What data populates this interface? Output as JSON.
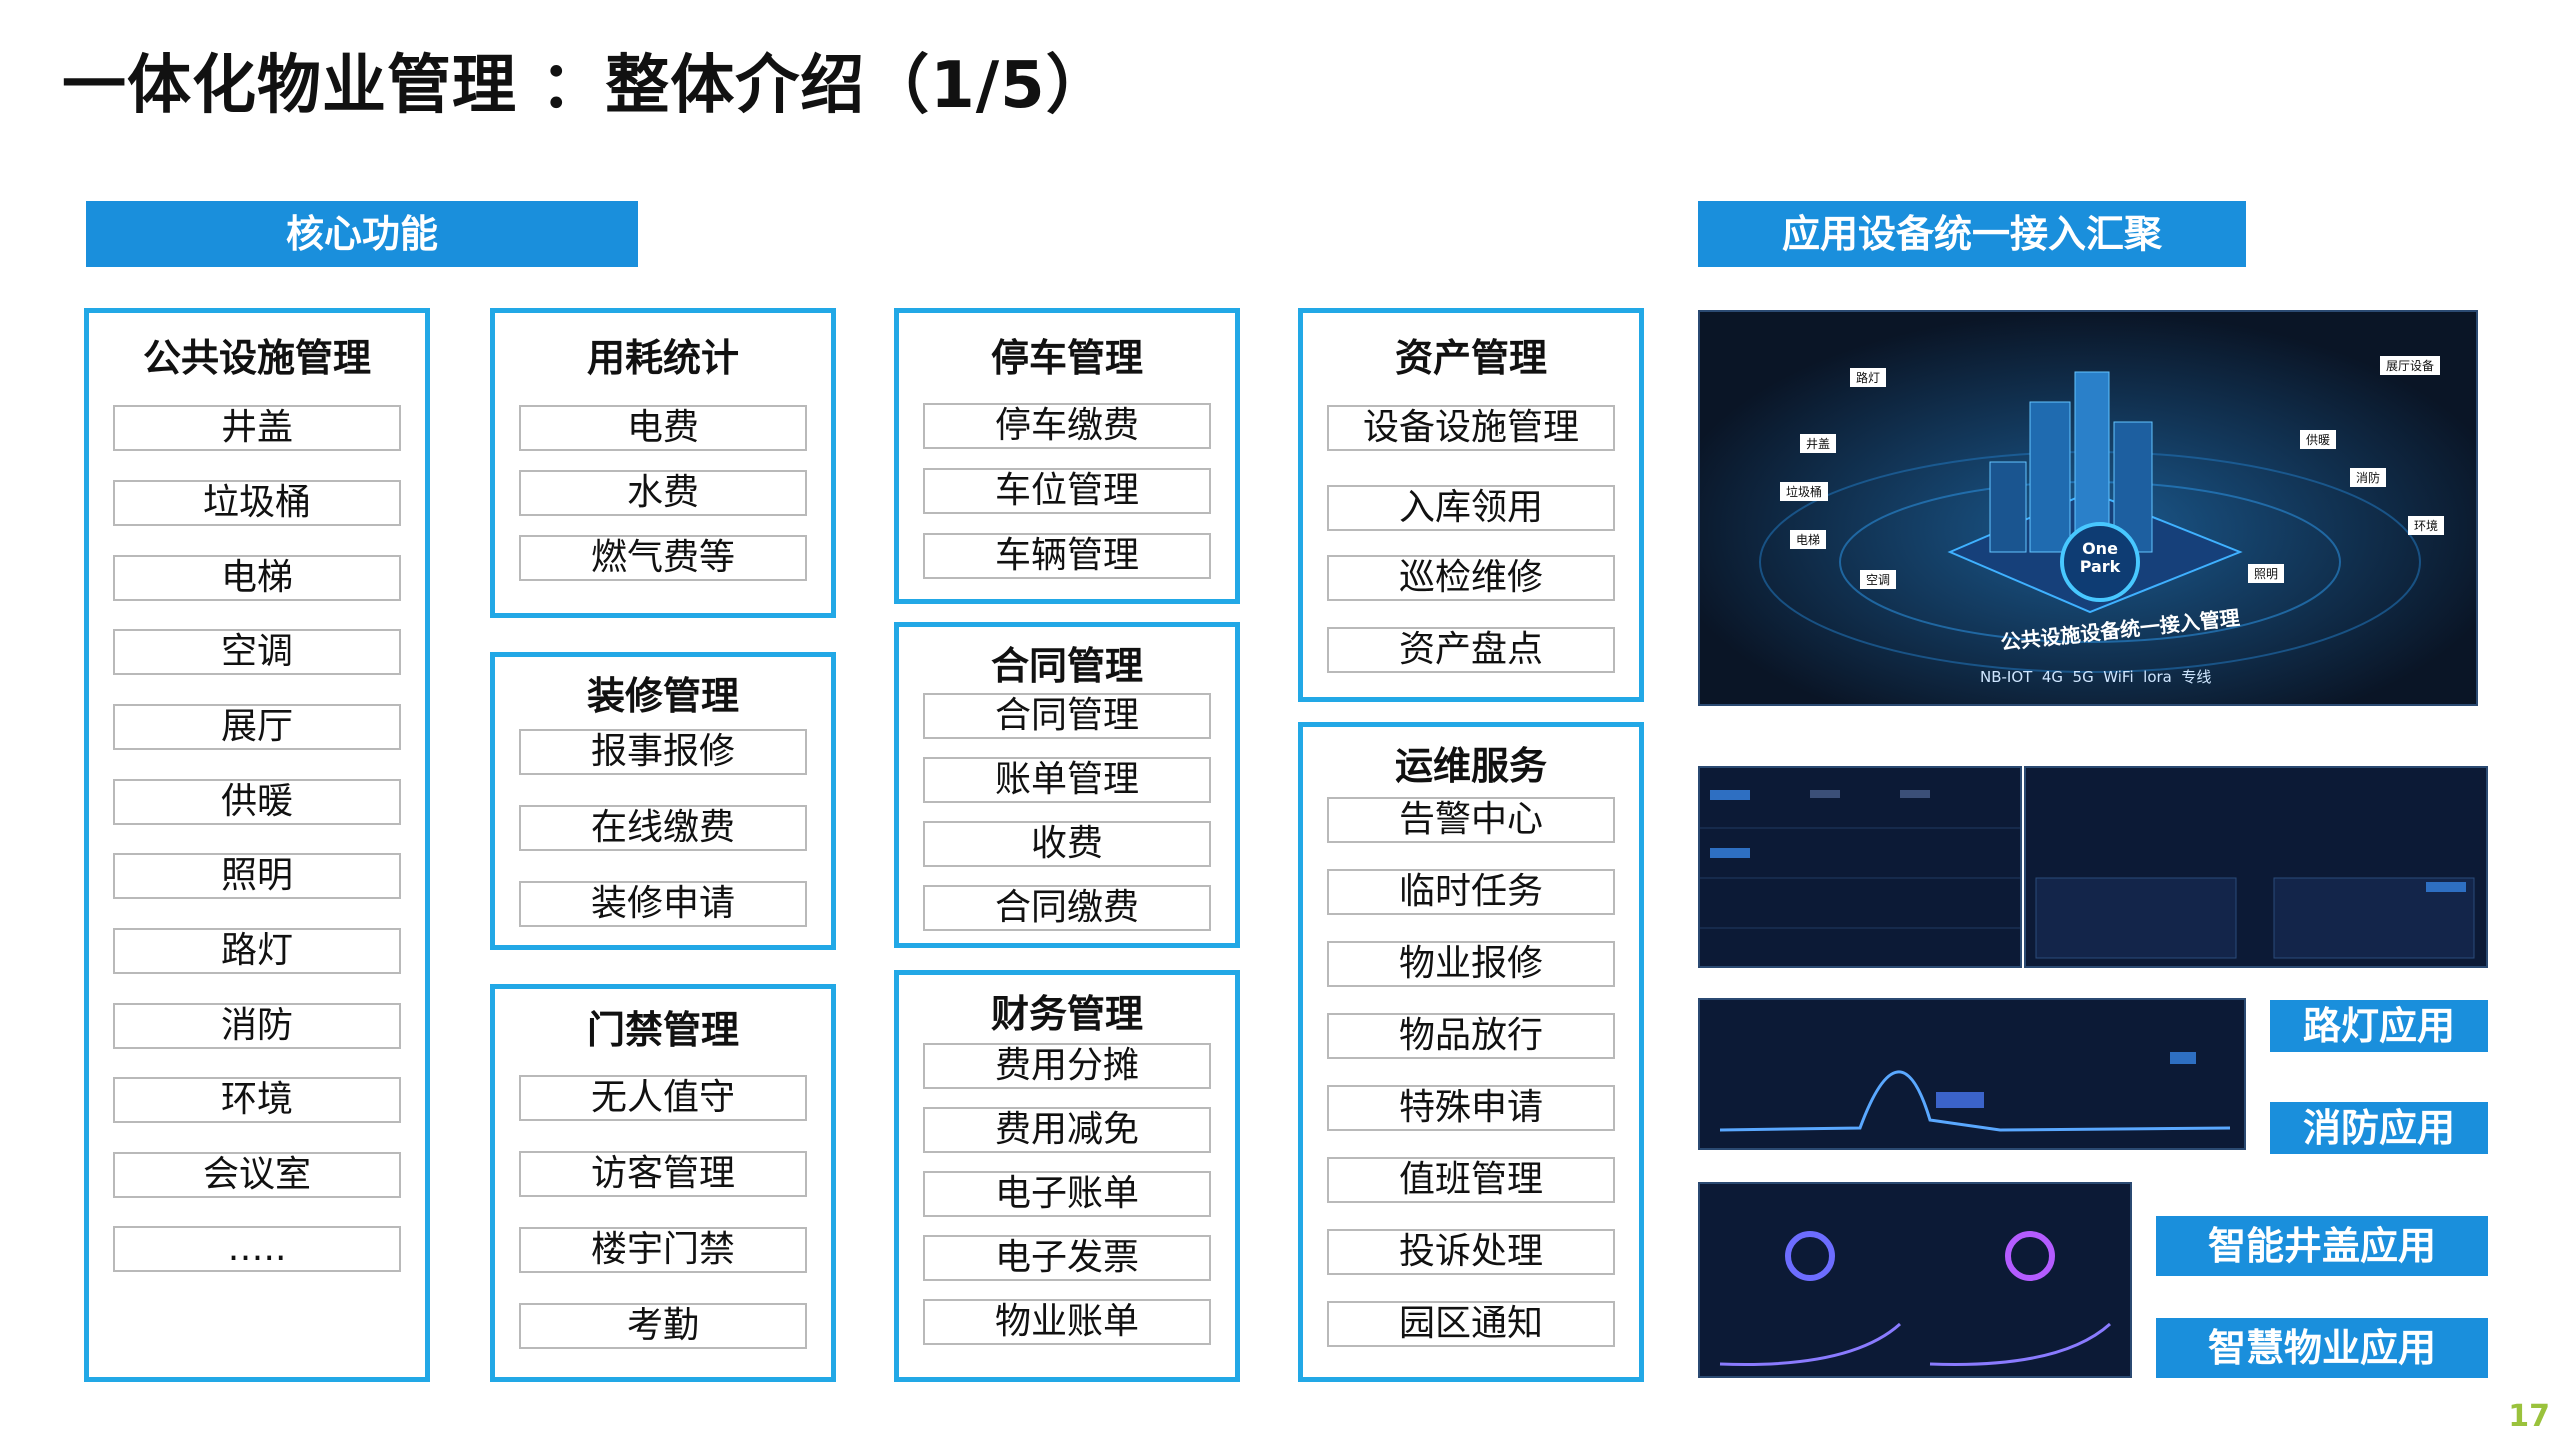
{
  "title": "一体化物业管理 ：整体介绍（1/5）",
  "core_banner": "核心功能",
  "device_banner": "应用设备统一接入汇聚",
  "columns": [
    {
      "title": "公共设施管理",
      "items": [
        "井盖",
        "垃圾桶",
        "电梯",
        "空调",
        "展厅",
        "供暖",
        "照明",
        "路灯",
        "消防",
        "环境",
        "会议室",
        "….."
      ]
    },
    {
      "title": "用耗统计",
      "items": [
        "电费",
        "水费",
        "燃气费等"
      ]
    },
    {
      "title": "装修管理",
      "items": [
        "报事报修",
        "在线缴费",
        "装修申请"
      ]
    },
    {
      "title": "门禁管理",
      "items": [
        "无人值守",
        "访客管理",
        "楼宇门禁",
        "考勤"
      ]
    },
    {
      "title": "停车管理",
      "items": [
        "停车缴费",
        "车位管理",
        "车辆管理"
      ]
    },
    {
      "title": "合同管理",
      "items": [
        "合同管理",
        "账单管理",
        "收费",
        "合同缴费"
      ]
    },
    {
      "title": "财务管理",
      "items": [
        "费用分摊",
        "费用减免",
        "电子账单",
        "电子发票",
        "物业账单"
      ]
    },
    {
      "title": "资产管理",
      "items": [
        "设备设施管理",
        "入库领用",
        "巡检维修",
        "资产盘点"
      ]
    },
    {
      "title": "运维服务",
      "items": [
        "告警中心",
        "临时任务",
        "物业报修",
        "物品放行",
        "特殊申请",
        "值班管理",
        "投诉处理",
        "园区通知"
      ]
    }
  ],
  "devices_image": {
    "labels": [
      "路灯",
      "展厅设备",
      "井盖",
      "供暖",
      "垃圾桶",
      "消防",
      "电梯",
      "环境",
      "空调",
      "照明"
    ],
    "center": [
      "One",
      "Park"
    ],
    "caption": "公共设施设备统一接入管理",
    "protocols": "NB-IOT  4G  5G  WiFi  lora  专线"
  },
  "apps": {
    "streetlight": "路灯应用",
    "fire": "消防应用",
    "manhole": "智能井盖应用",
    "property": "智慧物业应用"
  },
  "page_number": "17",
  "colors": {
    "accent": "#1a8fdc",
    "border": "#22a8e6",
    "page_num": "#9ac23c",
    "dark": "#0c1a36"
  }
}
